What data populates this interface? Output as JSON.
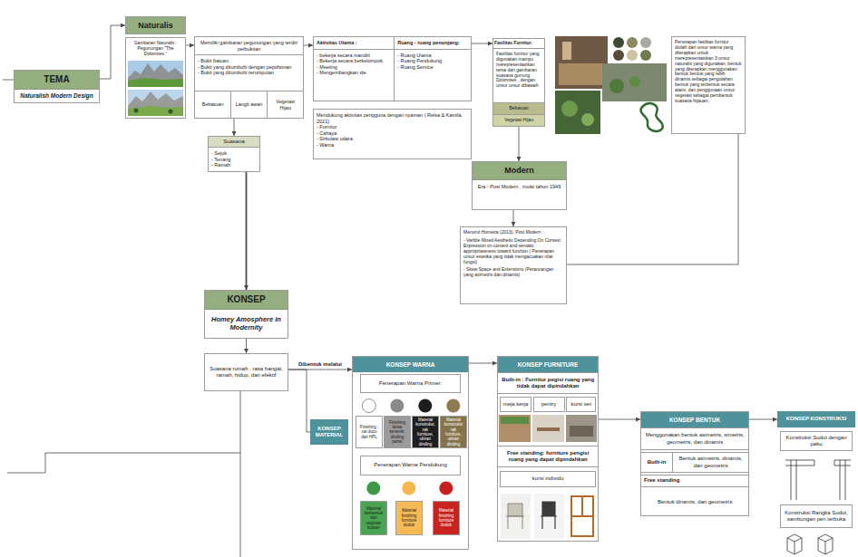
{
  "diagram": {
    "nodes": [
      {
        "text": [
          "TEMA",
          "Naturalish Modern Design"
        ]
      },
      {
        "text": [
          "Naturalis"
        ]
      },
      {
        "text": [
          "Gambaran Naturalis : Pegunungan \"The Dolomites \""
        ]
      },
      {
        "text": [
          "Memiliki gambaran pegunungan yang terdiri perbukitan",
          "- Bukit batuan",
          "- Bukit yang ditumbuhi dengan pepohonan",
          "- Bukit yang ditumbuhi rerumputan"
        ]
      },
      {
        "text": [
          "Bebatuan"
        ],
        "in": 3
      },
      {
        "text": [
          "Langit awan"
        ],
        "in": 3
      },
      {
        "text": [
          "Vegetasi Hijau"
        ],
        "in": 3
      },
      {
        "text": [
          "Suasana",
          "- Sejuk",
          "- Tenang",
          "- Ramah"
        ]
      },
      {
        "text": [
          "Aktivitas Utama :",
          "- bekerja secara mandiri",
          "- Bekerja secara berkelompok",
          "- Meeting",
          "- Mengembangkan ide"
        ]
      },
      {
        "text": [
          "Ruang - ruang penunjang:",
          "- Ruang Utama",
          "- Ruang Pendukung",
          "- Ruang Service"
        ]
      },
      {
        "text": [
          "Mendukung aktivitas pengguna dengan nyaman ( Relsa & Kamila, 2021)",
          "- Furnitur",
          "- Cahaya",
          "- Sirkulasi udara",
          "- Warna"
        ]
      },
      {
        "text": [
          "Fasilitas Furnitur:",
          "Fasilitas furnitur yang digunakan mampu merepresentasikan tema dari gambaran suasana gunung Dolomites , dengan unsur unsur dibawah"
        ]
      },
      {
        "text": [
          "Bebatuan"
        ],
        "in": 11
      },
      {
        "text": [
          "Vegetasi Hijau"
        ],
        "in": 11
      },
      {
        "text": [
          "Penerapan fasilitas furnitur diolah dari unsur warna yang diterapkan untuk merepresentasikan 3 unsur naturalis yang digunakan, bentuk yang diterapkan menggunakan bentuk bentuk yang lebih dinamis sebagai pengolahan bentuk yang terbentuk secara alami, dan penggunaan unsur vegetasi sebagai pembentuk suasana hijauan."
        ]
      },
      {
        "text": [
          "Modern",
          "Era - Post Modern , mulai tahun 1949"
        ]
      },
      {
        "text": [
          "Menurut Humeira (2013), Post Modern :",
          "- Varible Mixed Aesthetic Depending On Context Expression on content and sematic appropriateness toward function ( Penerapan unsur estetika yang tidak mengacuakan nilai fungsi)",
          "- Skew Space and Extensions (Perancangan yang asimetris dan dinamis)"
        ]
      },
      {
        "text": [
          "KONSEP",
          "Homey Amosphere in Modernity"
        ]
      },
      {
        "text": [
          "Suasana rumah : rasa hangat, ramah, hidup, dan efektif"
        ]
      },
      {
        "text": [
          "KONSEP MATERIAL"
        ]
      },
      {
        "text": [
          "KONSEP WARNA"
        ]
      },
      {
        "text": [
          "Penerapan Warna Primer:"
        ],
        "in": 20
      },
      {
        "text": [
          "Finishing : cat duco dan HPL"
        ],
        "in": 20
      },
      {
        "text": [
          "Finishing lantai keramik, dinding panel"
        ],
        "in": 20
      },
      {
        "text": [
          "Material konstruksi, rak furniture, ukiran dinding"
        ],
        "in": 20
      },
      {
        "text": [
          "Material konstruksi rak furniture, ukiran dinding"
        ],
        "in": 20
      },
      {
        "text": [
          "Penerapan Warna Pendukung"
        ],
        "in": 20
      },
      {
        "text": [
          "Material berbentuk dan vegetasi buatan"
        ],
        "in": 20
      },
      {
        "text": [
          "Material finishing furniture duduk"
        ],
        "in": 20
      },
      {
        "text": [
          "Material finishing furniture duduk"
        ],
        "in": 20
      },
      {
        "text": [
          "KONSEP FURNITURE"
        ]
      },
      {
        "text": [
          "Built-in : Furnitur pegisi ruang yang tidak dapat dipindahkan"
        ],
        "in": 30
      },
      {
        "text": [
          "meja kerja"
        ],
        "in": 30
      },
      {
        "text": [
          "pentry"
        ],
        "in": 30
      },
      {
        "text": [
          "kursi set"
        ],
        "in": 30
      },
      {
        "text": [
          "Free standing: furniture pengisi ruang yang dapat dipindahkan"
        ],
        "in": 30
      },
      {
        "text": [
          "kursi individu"
        ],
        "in": 30
      },
      {
        "text": [
          "KONSEP BENTUK"
        ]
      },
      {
        "text": [
          "Menggunakan bentuk asimetris, simetris, geometris, dan dinamis"
        ],
        "in": 37
      },
      {
        "text": [
          "Built-in"
        ],
        "in": 37
      },
      {
        "text": [
          "Bentuk asimetris, dinamis, dan geometris"
        ],
        "in": 37
      },
      {
        "text": [
          "Free standing"
        ],
        "in": 37
      },
      {
        "text": [
          "Bentuk dinamis, dan geometris"
        ],
        "in": 37
      },
      {
        "text": [
          "KONSEP KONSTRUKSI"
        ]
      },
      {
        "text": [
          "Konstruksi Sudut dengan paku"
        ]
      },
      {
        "text": [
          "Konstruksi Rangka Sudut, sambungan pen terbuka"
        ]
      }
    ],
    "edges": [
      {
        "from": 0,
        "to": 1,
        "arrow": "to"
      },
      {
        "from": 2,
        "to": 3,
        "arrow": "to"
      },
      {
        "from": 3,
        "to": 8,
        "arrow": "to"
      },
      {
        "from": 9,
        "to": 11,
        "arrow": "to"
      },
      {
        "from": 3,
        "to": 7,
        "arrow": "to"
      },
      {
        "from": 7,
        "to": 17,
        "arrow": "to"
      },
      {
        "from": 11,
        "to": 15,
        "arrow": "to"
      },
      {
        "from": 15,
        "to": 16,
        "arrow": "to"
      },
      {
        "from": 16,
        "to": 14,
        "arrow": "none"
      },
      {
        "from": 17,
        "to": 18,
        "arrow": "to"
      },
      {
        "from": 18,
        "to": 20,
        "label": "Dibentuk melalui",
        "arrow": "to"
      },
      {
        "from": 18,
        "to": 19,
        "arrow": "none"
      },
      {
        "from": 20,
        "to": 30,
        "arrow": "to"
      },
      {
        "from": 30,
        "to": 37,
        "arrow": "to"
      },
      {
        "from": 37,
        "to": 43,
        "arrow": "to"
      }
    ]
  }
}
